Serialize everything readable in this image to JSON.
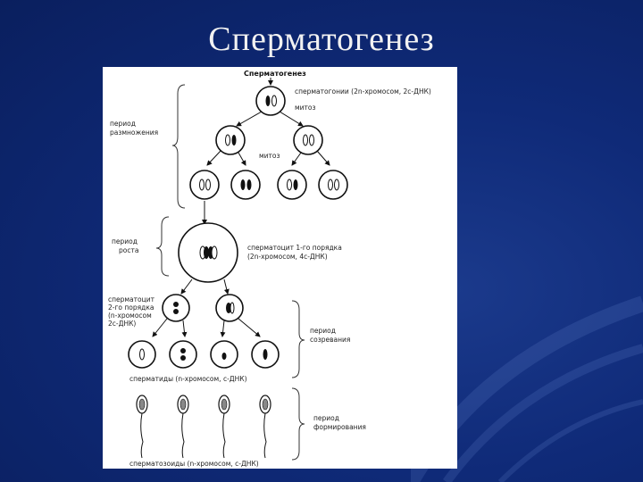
{
  "slide": {
    "title": "Сперматогенез"
  },
  "diagram": {
    "heading": "Сперматогенез",
    "labels": {
      "spermatogonia": "сперматогонии (2n-хромосом, 2c-ДНК)",
      "mitosis_1": "митоз",
      "mitosis_2": "митоз",
      "period_reproduction": [
        "период",
        "размножения"
      ],
      "period_growth": [
        "период",
        "роста"
      ],
      "spermatocyte_1": [
        "сперматоцит 1-го порядка",
        "(2n-хромосом, 4c-ДНК)"
      ],
      "spermatocyte_2": [
        "сперматоцит",
        "2-го порядка",
        "(n-хромосом",
        "2c-ДНК)"
      ],
      "period_maturation": [
        "период",
        "созревания"
      ],
      "spermatids": "сперматиды (n-хромосом, c-ДНК)",
      "period_formation": [
        "период",
        "формирования"
      ],
      "spermatozoa": "сперматозоиды (n-хромосом, c-ДНК)"
    }
  }
}
